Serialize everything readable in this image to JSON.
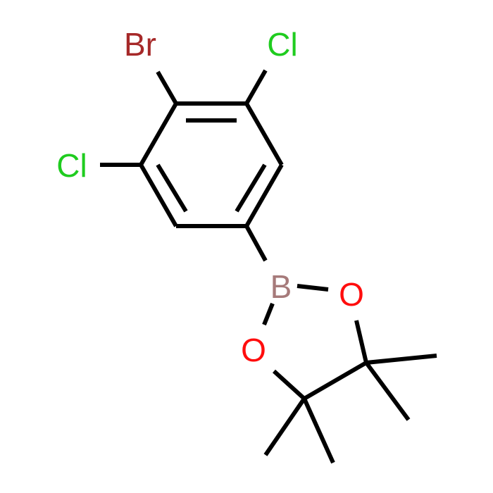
{
  "molecule": {
    "atoms": [
      {
        "id": "br",
        "symbol": "Br",
        "color": "#a62929"
      },
      {
        "id": "cl1",
        "symbol": "Cl",
        "color": "#1fcc1f"
      },
      {
        "id": "cl2",
        "symbol": "Cl",
        "color": "#1fcc1f"
      },
      {
        "id": "b",
        "symbol": "B",
        "color": "#a67a7a"
      },
      {
        "id": "o1",
        "symbol": "O",
        "color": "#ff0d0d"
      },
      {
        "id": "o2",
        "symbol": "O",
        "color": "#ff0d0d"
      }
    ],
    "bond_color": "#000000"
  }
}
